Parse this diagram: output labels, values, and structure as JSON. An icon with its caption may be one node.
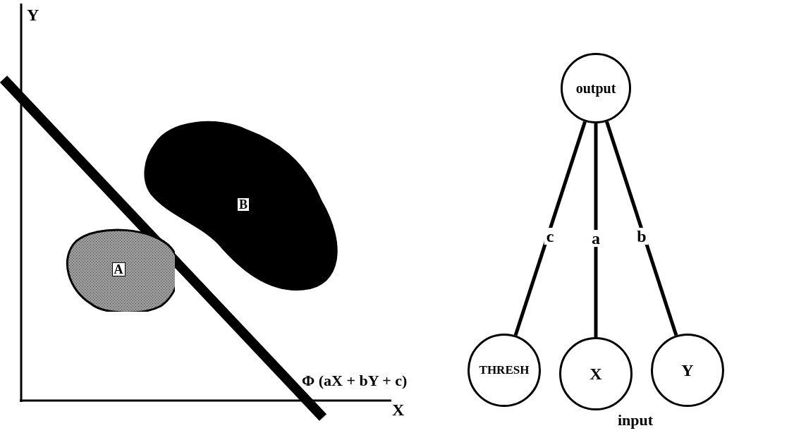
{
  "diagram": {
    "nodes": [
      {
        "text": [
          "A"
        ]
      },
      {
        "text": [
          "B"
        ]
      },
      {
        "text": [
          "output"
        ]
      },
      {
        "text": [
          "THRESH"
        ]
      },
      {
        "text": [
          "X"
        ]
      },
      {
        "text": [
          "Y"
        ]
      }
    ],
    "edges": [
      {
        "from": 2,
        "to": 3,
        "arrow": "none",
        "label": "c"
      },
      {
        "from": 2,
        "to": 4,
        "arrow": "none",
        "label": "a"
      },
      {
        "from": 2,
        "to": 5,
        "arrow": "none",
        "label": "b"
      }
    ],
    "labels": [
      "Y",
      "X",
      "Φ (aX + bY + c)",
      "input"
    ]
  }
}
